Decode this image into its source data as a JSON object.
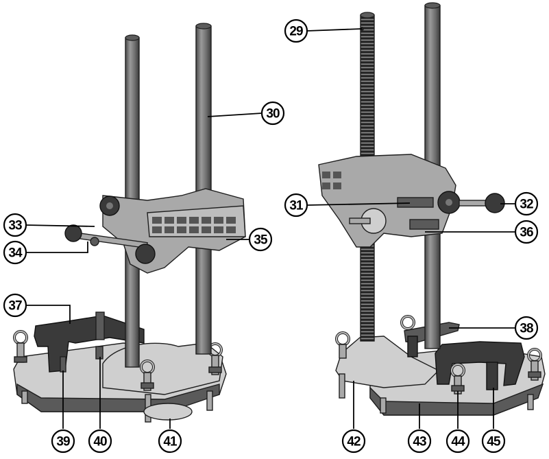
{
  "callouts": [
    {
      "id": "c29",
      "label": "29"
    },
    {
      "id": "c30",
      "label": "30"
    },
    {
      "id": "c31",
      "label": "31"
    },
    {
      "id": "c32",
      "label": "32"
    },
    {
      "id": "c33",
      "label": "33"
    },
    {
      "id": "c34",
      "label": "34"
    },
    {
      "id": "c35",
      "label": "35"
    },
    {
      "id": "c36",
      "label": "36"
    },
    {
      "id": "c37",
      "label": "37"
    },
    {
      "id": "c38",
      "label": "38"
    },
    {
      "id": "c39",
      "label": "39"
    },
    {
      "id": "c40",
      "label": "40"
    },
    {
      "id": "c41",
      "label": "41"
    },
    {
      "id": "c42",
      "label": "42"
    },
    {
      "id": "c43",
      "label": "43"
    },
    {
      "id": "c44",
      "label": "44"
    },
    {
      "id": "c45",
      "label": "45"
    }
  ]
}
